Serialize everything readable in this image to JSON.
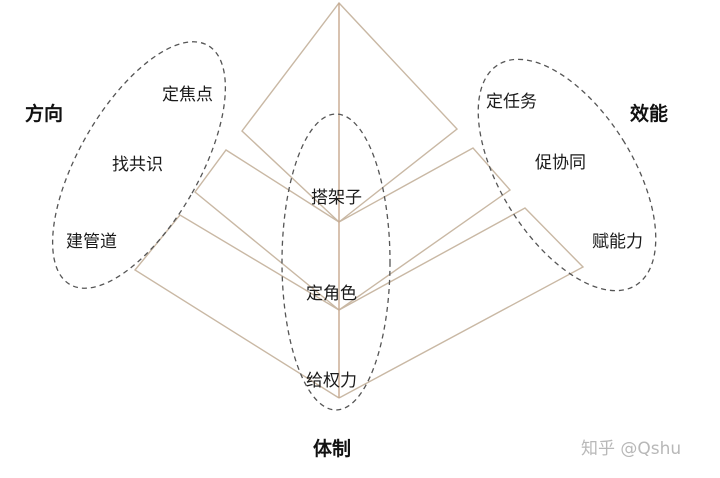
{
  "diagram": {
    "colors": {
      "pyramid_line": "#c9b8a4",
      "axis_line": "#c7a98e",
      "ellipse_dash": "#555555",
      "text": "#1a1a1a",
      "watermark": "#b8b8b8"
    },
    "groups": {
      "direction": {
        "heading": "方向",
        "items": [
          "定焦点",
          "找共识",
          "建管道"
        ]
      },
      "system": {
        "heading": "体制",
        "items": [
          "搭架子",
          "定角色",
          "给权力"
        ]
      },
      "efficiency": {
        "heading": "效能",
        "items": [
          "定任务",
          "促协同",
          "赋能力"
        ]
      }
    },
    "watermark": "知乎 @Qshu"
  }
}
